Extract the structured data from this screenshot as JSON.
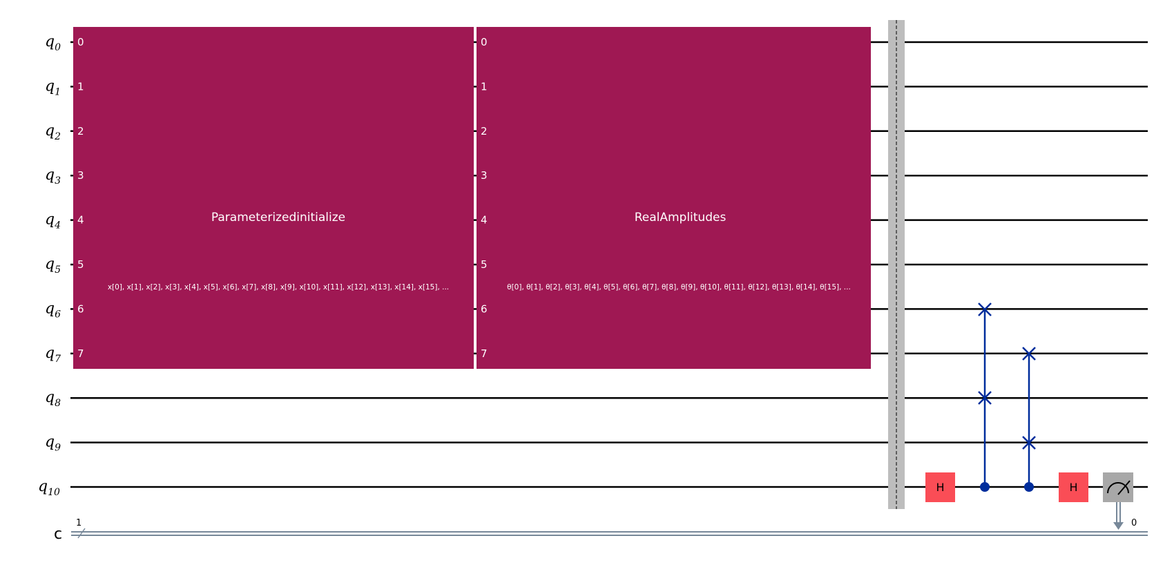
{
  "colors": {
    "block": "#9F1853",
    "barrier": "#BDBDBD",
    "h_gate": "#FA4D56",
    "swap": "#002D9C",
    "measure": "#A8A8A8",
    "classical": "#778899"
  },
  "qubits": [
    {
      "letter": "q",
      "index": "0"
    },
    {
      "letter": "q",
      "index": "1"
    },
    {
      "letter": "q",
      "index": "2"
    },
    {
      "letter": "q",
      "index": "3"
    },
    {
      "letter": "q",
      "index": "4"
    },
    {
      "letter": "q",
      "index": "5"
    },
    {
      "letter": "q",
      "index": "6"
    },
    {
      "letter": "q",
      "index": "7"
    },
    {
      "letter": "q",
      "index": "8"
    },
    {
      "letter": "q",
      "index": "9"
    },
    {
      "letter": "q",
      "index": "10"
    }
  ],
  "classical": {
    "label": "c",
    "width": "1",
    "measure_bit": "0"
  },
  "blocks": [
    {
      "name": "Parameterizedinitialize",
      "params": "x[0], x[1], x[2], x[3], x[4], x[5], x[6], x[7], x[8], x[9], x[10], x[11], x[12], x[13], x[14], x[15], ...",
      "pins": [
        "0",
        "1",
        "2",
        "3",
        "4",
        "5",
        "6",
        "7"
      ]
    },
    {
      "name": "RealAmplitudes",
      "params": "θ[0], θ[1], θ[2], θ[3], θ[4], θ[5], θ[6], θ[7], θ[8], θ[9], θ[10], θ[11], θ[12], θ[13], θ[14], θ[15], ...",
      "pins": [
        "0",
        "1",
        "2",
        "3",
        "4",
        "5",
        "6",
        "7"
      ]
    }
  ],
  "gates": [
    {
      "type": "h",
      "label": "H",
      "qubit": 10
    },
    {
      "type": "cswap",
      "control": 10,
      "targets": [
        6,
        8
      ]
    },
    {
      "type": "cswap",
      "control": 10,
      "targets": [
        7,
        9
      ]
    },
    {
      "type": "h",
      "label": "H",
      "qubit": 10
    },
    {
      "type": "measure",
      "qubit": 10
    }
  ]
}
